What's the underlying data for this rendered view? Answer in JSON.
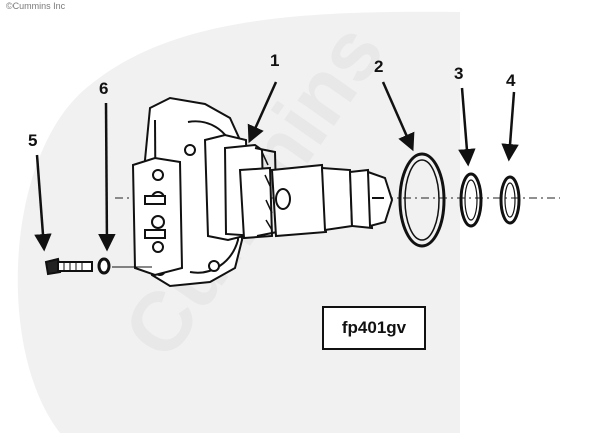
{
  "copyright": "©Cummins Inc",
  "watermark": "Cummins",
  "figure_code": "fp401gv",
  "callouts": [
    "1",
    "2",
    "3",
    "4",
    "5",
    "6"
  ]
}
